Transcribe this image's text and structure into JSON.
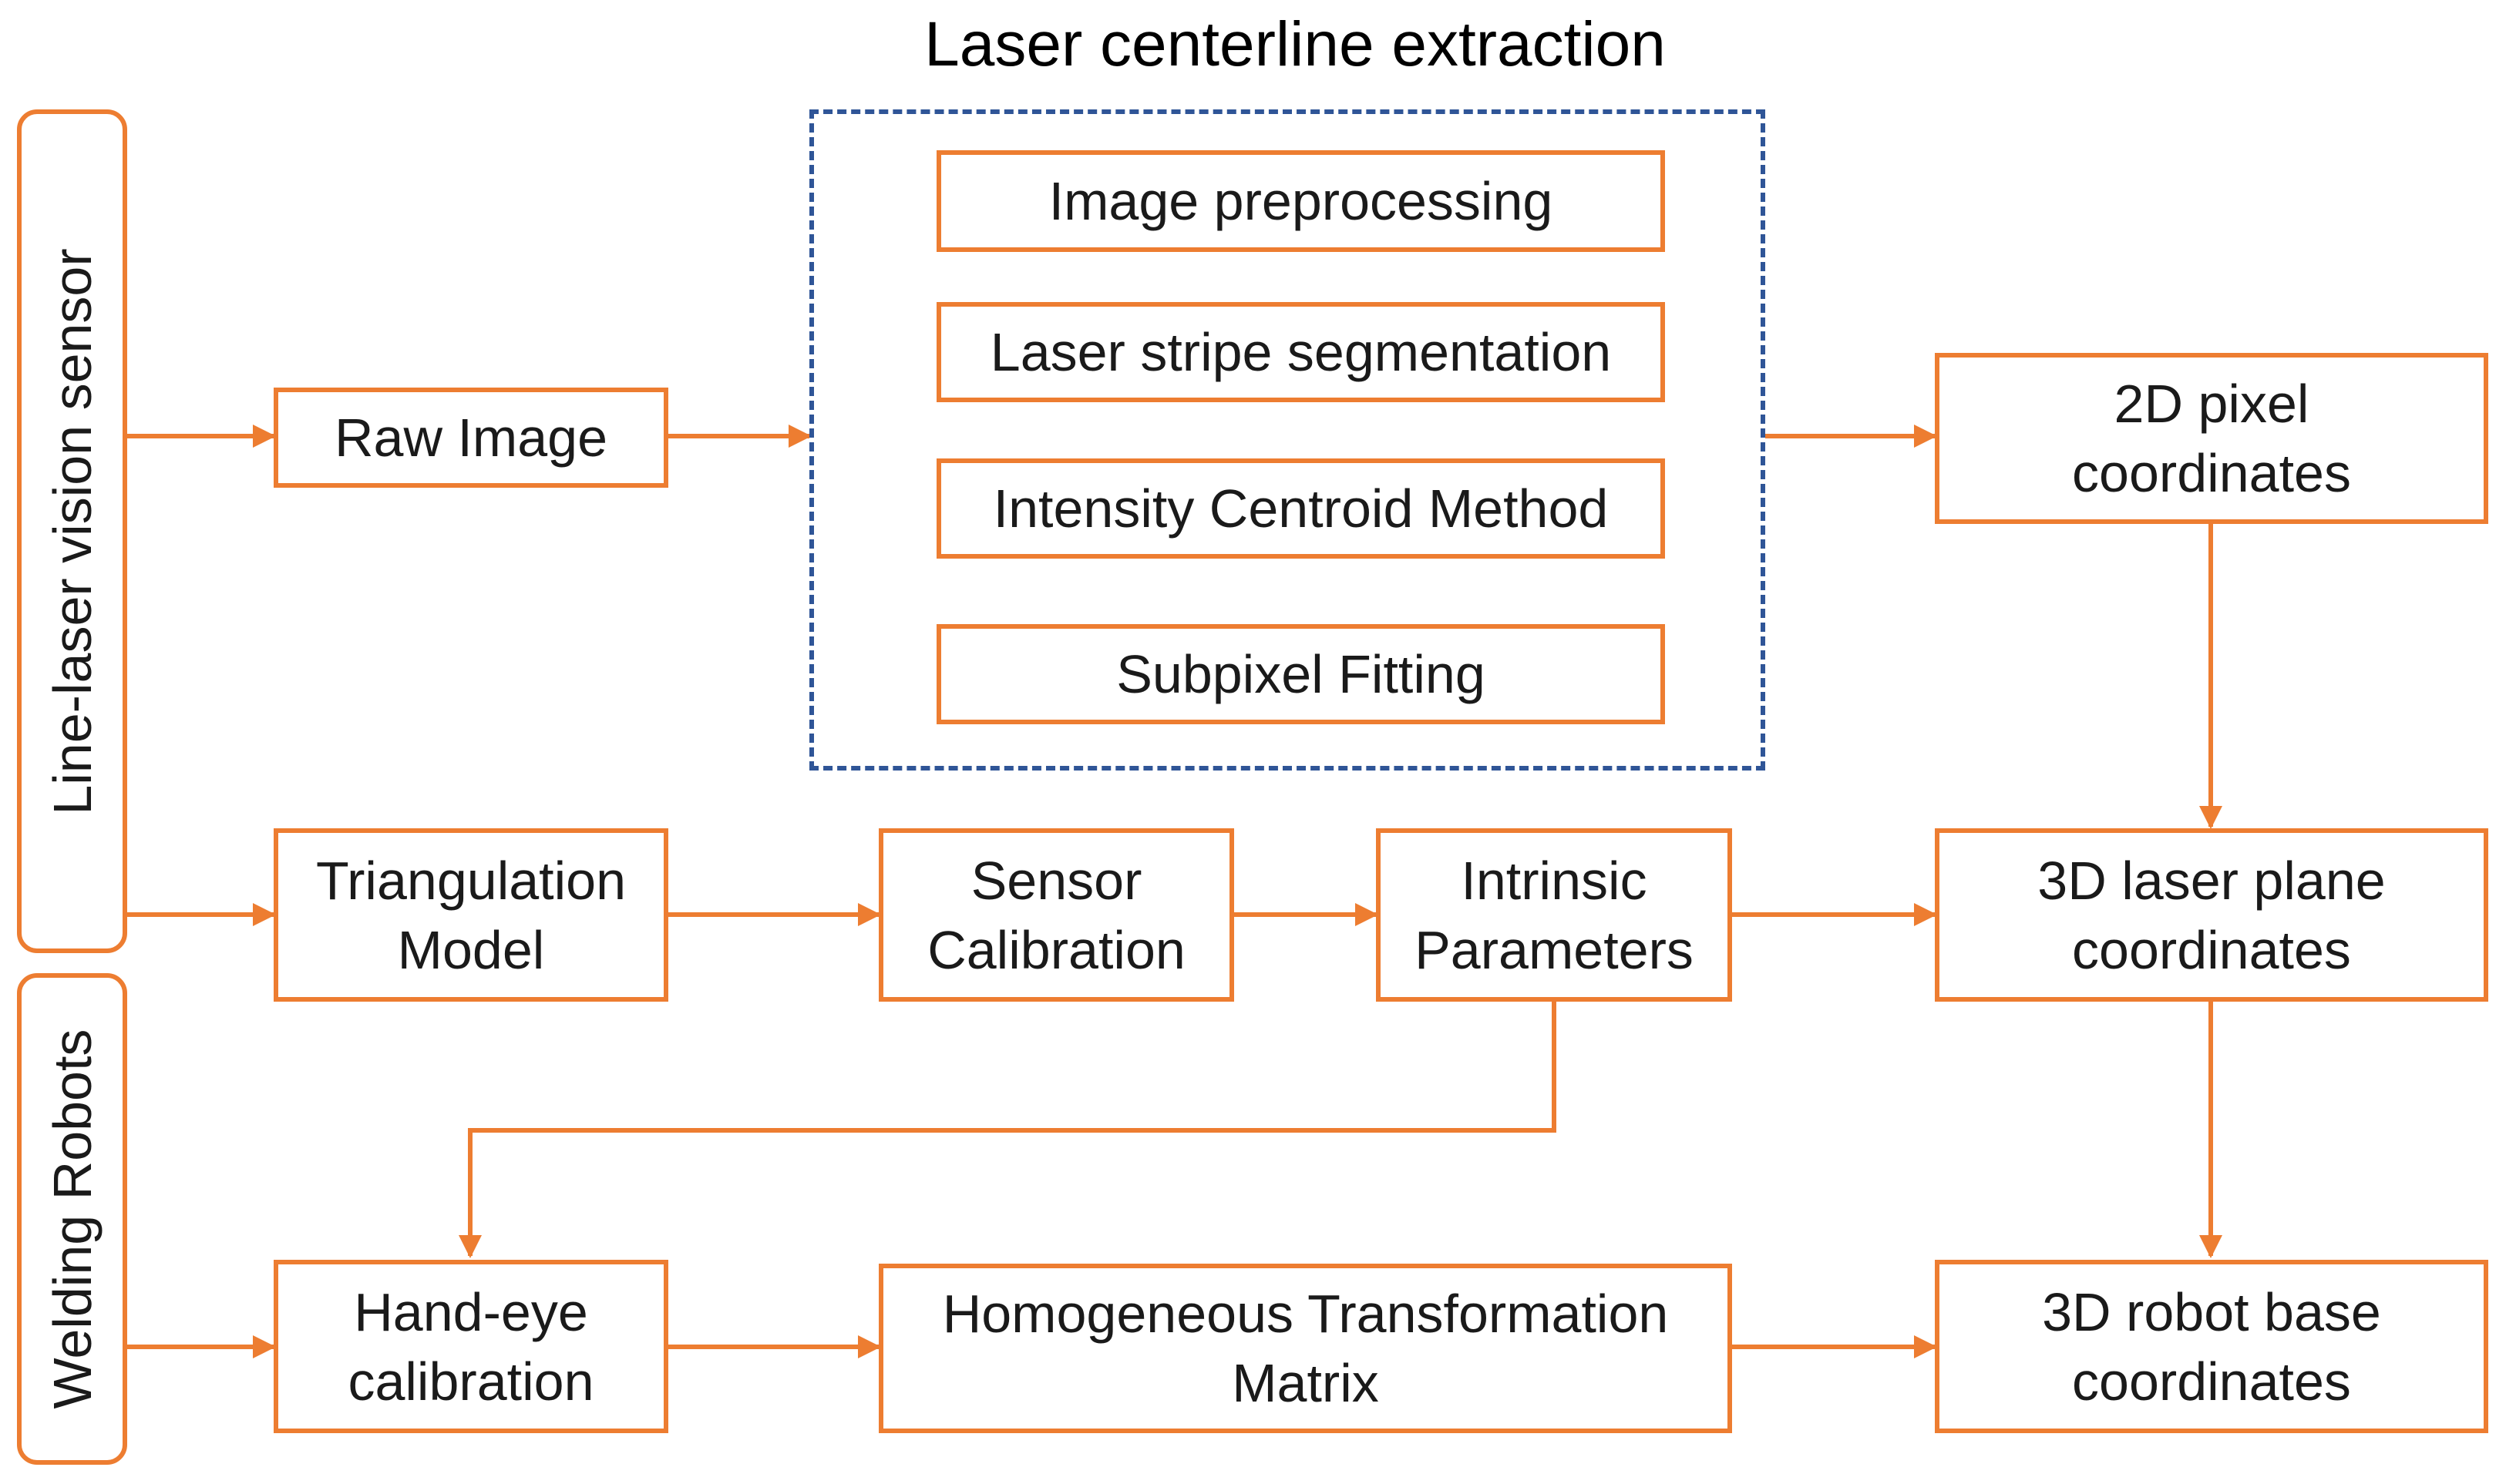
{
  "title": "Laser centerline extraction",
  "colors": {
    "box_border": "#ED7D31",
    "arrow": "#ED7D31",
    "group_border": "#2F5597",
    "text": "#1a1a1a"
  },
  "sides": {
    "sensor": "Line-laser vision sensor",
    "robots": "Welding Robots"
  },
  "group_steps": [
    "Image preprocessing",
    "Laser stripe segmentation",
    "Intensity Centroid Method",
    "Subpixel Fitting"
  ],
  "nodes": {
    "raw_image": "Raw Image",
    "pixel_2d": [
      "2D pixel",
      "coordinates"
    ],
    "triangulation": [
      "Triangulation",
      "Model"
    ],
    "sensor_calibration": [
      "Sensor",
      "Calibration"
    ],
    "intrinsic": [
      "Intrinsic",
      "Parameters"
    ],
    "plane_3d": [
      "3D laser plane",
      "coordinates"
    ],
    "hand_eye": [
      "Hand-eye",
      "calibration"
    ],
    "homogeneous": [
      "Homogeneous Transformation",
      "Matrix"
    ],
    "robot_base": [
      "3D robot base",
      "coordinates"
    ]
  }
}
